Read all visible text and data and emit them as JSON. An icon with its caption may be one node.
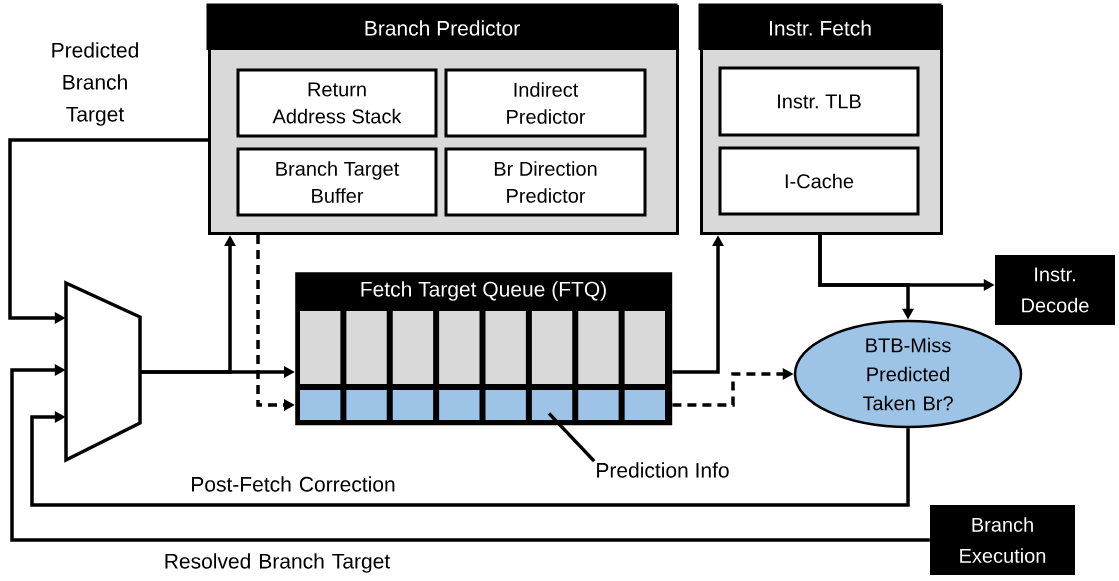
{
  "diagram": {
    "nodes": [
      {
        "text": [
          "Branch Predictor"
        ]
      },
      {
        "text": [
          "Return Address Stack"
        ],
        "in": 0
      },
      {
        "text": [
          "Indirect Predictor"
        ],
        "in": 0
      },
      {
        "text": [
          "Branch Target Buffer"
        ],
        "in": 0
      },
      {
        "text": [
          "Br Direction Predictor"
        ],
        "in": 0
      },
      {
        "text": [
          "Instr. Fetch"
        ]
      },
      {
        "text": [
          "Instr. TLB"
        ],
        "in": 5
      },
      {
        "text": [
          "I-Cache"
        ],
        "in": 5
      },
      {
        "text": [
          "Fetch Target Queue (FTQ)"
        ]
      },
      {
        "text": [],
        "shape": "trapezoid"
      },
      {
        "text": [
          "Instr. Decode"
        ]
      },
      {
        "text": [
          "BTB-Miss Predicted Taken Br?"
        ]
      },
      {
        "text": [
          "Branch Execution"
        ]
      },
      {
        "text": [
          "Prediction Info"
        ]
      }
    ],
    "edges": [
      {
        "from": 0,
        "to": 9,
        "arrow": "to",
        "label": "Predicted Branch Target"
      },
      {
        "from": 9,
        "to": 8,
        "arrow": "to"
      },
      {
        "from": 9,
        "to": 0,
        "arrow": "to"
      },
      {
        "from": 0,
        "to": 8,
        "arrow": "to",
        "style": "dashed"
      },
      {
        "from": 8,
        "to": 5,
        "arrow": "to"
      },
      {
        "from": 8,
        "to": 11,
        "arrow": "to",
        "style": "dashed"
      },
      {
        "from": 5,
        "to": 10,
        "arrow": "to"
      },
      {
        "from": 5,
        "to": 11,
        "arrow": "to"
      },
      {
        "from": 11,
        "to": 9,
        "arrow": "to",
        "label": "Post-Fetch Correction"
      },
      {
        "from": 12,
        "to": 9,
        "arrow": "to",
        "label": "Resolved Branch Target"
      },
      {
        "from": 13,
        "to": 8,
        "arrow": "none"
      }
    ]
  }
}
